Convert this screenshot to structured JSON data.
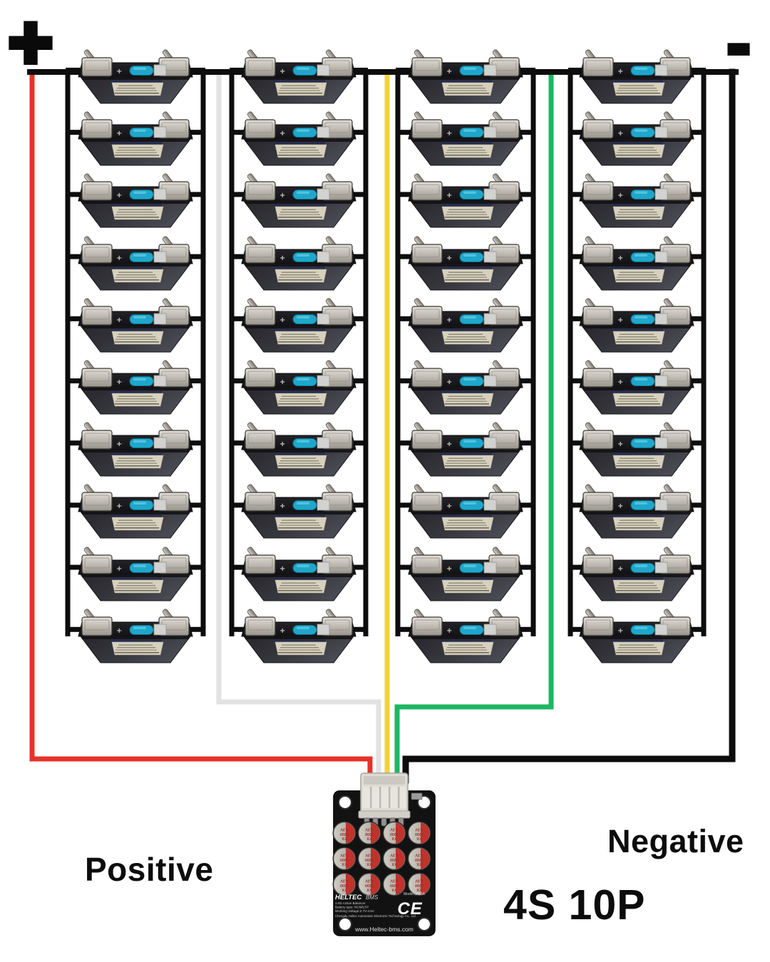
{
  "page": {
    "background": "#ffffff"
  },
  "labels": {
    "positive_symbol": "+",
    "negative_symbol": "-",
    "positive_label": "Positive",
    "negative_label": "Negative",
    "config_label": "4S 10P"
  },
  "pack": {
    "series": 4,
    "parallel": 10,
    "configuration": "4S 10P"
  },
  "battery": {
    "terminal_positive_mark": "+",
    "terminal_negative_mark": "-",
    "pill_color": "#1fa7cb",
    "body_color": "#1a1a1d"
  },
  "wiring": {
    "bus_color": "#0d0d0d",
    "balance_wires": [
      {
        "name": "balance-wire-red-pack-positive",
        "color": "#e63329"
      },
      {
        "name": "balance-wire-white-junction-1-2",
        "color": "#e2e2e2"
      },
      {
        "name": "balance-wire-yellow-junction-2-3",
        "color": "#f2d23d"
      },
      {
        "name": "balance-wire-green-junction-3-4",
        "color": "#1eb563"
      },
      {
        "name": "main-negative-wire",
        "color": "#0d0d0d"
      }
    ]
  },
  "balancer": {
    "brand": "HELTEC",
    "brand_suffix": "BMS",
    "model": "Model:5A05A",
    "spec_lines": [
      "1-8S Active Balancer",
      "Battery type: NCM/LFP",
      "Working Voltage:2.7V-4.5V",
      "Chengdu Heltec Automation Electronic Technology Co., Ltd"
    ],
    "ce_mark": "CE",
    "website": "www.Heltec-bms.com",
    "capacitor_lines": [
      "YX",
      "2200",
      "6.3V"
    ]
  }
}
